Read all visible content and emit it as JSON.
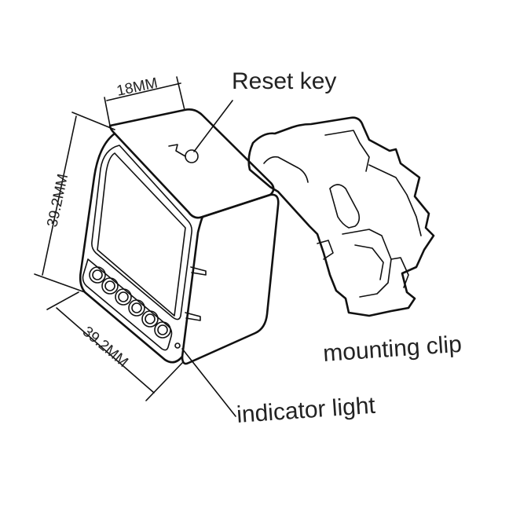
{
  "labels": {
    "reset_key": "Reset key",
    "mounting_clip": "mounting clip",
    "indicator_light": "indicator light"
  },
  "dimensions": {
    "width": "18MM",
    "height": "39.2MM",
    "depth": "39.2MM"
  }
}
